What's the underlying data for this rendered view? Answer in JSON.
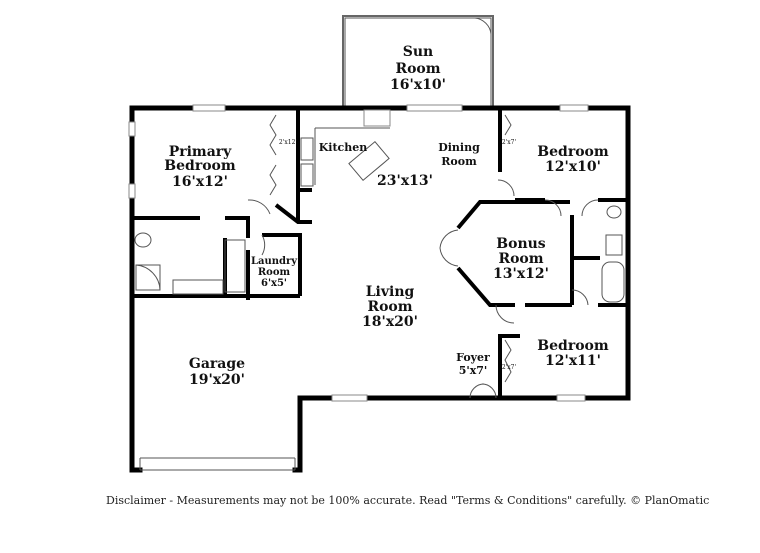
{
  "rooms": {
    "sun_room": {
      "name1": "Sun",
      "name2": "Room",
      "size": "16'x10'"
    },
    "primary_bedroom": {
      "name1": "Primary",
      "name2": "Bedroom",
      "size": "16'x12'"
    },
    "kitchen": {
      "name": "Kitchen"
    },
    "dining_room": {
      "name1": "Dining",
      "name2": "Room"
    },
    "kitchen_dining_size": "23'x13'",
    "bedroom_1": {
      "name": "Bedroom",
      "size": "12'x10'"
    },
    "bonus_room": {
      "name1": "Bonus",
      "name2": "Room",
      "size": "13'x12'"
    },
    "laundry_room": {
      "name1": "Laundry",
      "name2": "Room",
      "size": "6'x5'"
    },
    "living_room": {
      "name1": "Living",
      "name2": "Room",
      "size": "18'x20'"
    },
    "garage": {
      "name": "Garage",
      "size": "19'x20'"
    },
    "foyer": {
      "name": "Foyer",
      "size": "5'x7'"
    },
    "bedroom_2": {
      "name": "Bedroom",
      "size": "12'x11'"
    }
  },
  "closets": {
    "primary": "2'x12'",
    "bedroom_1": "2'x7'",
    "bedroom_2": "2'x7'"
  },
  "disclaimer": "Disclaimer - Measurements may not be 100% accurate. Read \"Terms & Conditions\" carefully. © PlanOmatic"
}
